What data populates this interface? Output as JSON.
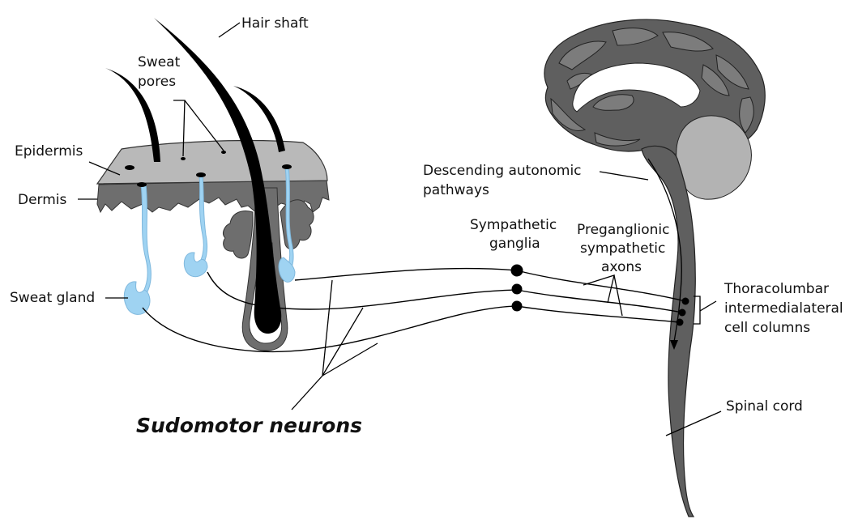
{
  "labels": {
    "hair_shaft": "Hair shaft",
    "sweat_pores_1": "Sweat",
    "sweat_pores_2": "pores",
    "epidermis": "Epidermis",
    "dermis": "Dermis",
    "sweat_gland": "Sweat gland",
    "descending_1": "Descending autonomic",
    "descending_2": "pathways",
    "sympathetic_1": "Sympathetic",
    "sympathetic_2": "ganglia",
    "preganglionic_1": "Preganglionic",
    "preganglionic_2": "sympathetic",
    "preganglionic_3": "axons",
    "thoracolumbar_1": "Thoracolumbar",
    "thoracolumbar_2": "intermedialateral",
    "thoracolumbar_3": "cell columns",
    "spinal_cord": "Spinal cord",
    "sudomotor": "Sudomotor neurons"
  },
  "colors": {
    "skin_epidermis": "#b9b9b9",
    "skin_dermis": "#6e6e6e",
    "brain_dark": "#5f5f5f",
    "brain_mid": "#7c7c7c",
    "cerebellum": "#b3b3b3",
    "sweat_gland": "#9fd3f2",
    "hair": "#000000"
  }
}
